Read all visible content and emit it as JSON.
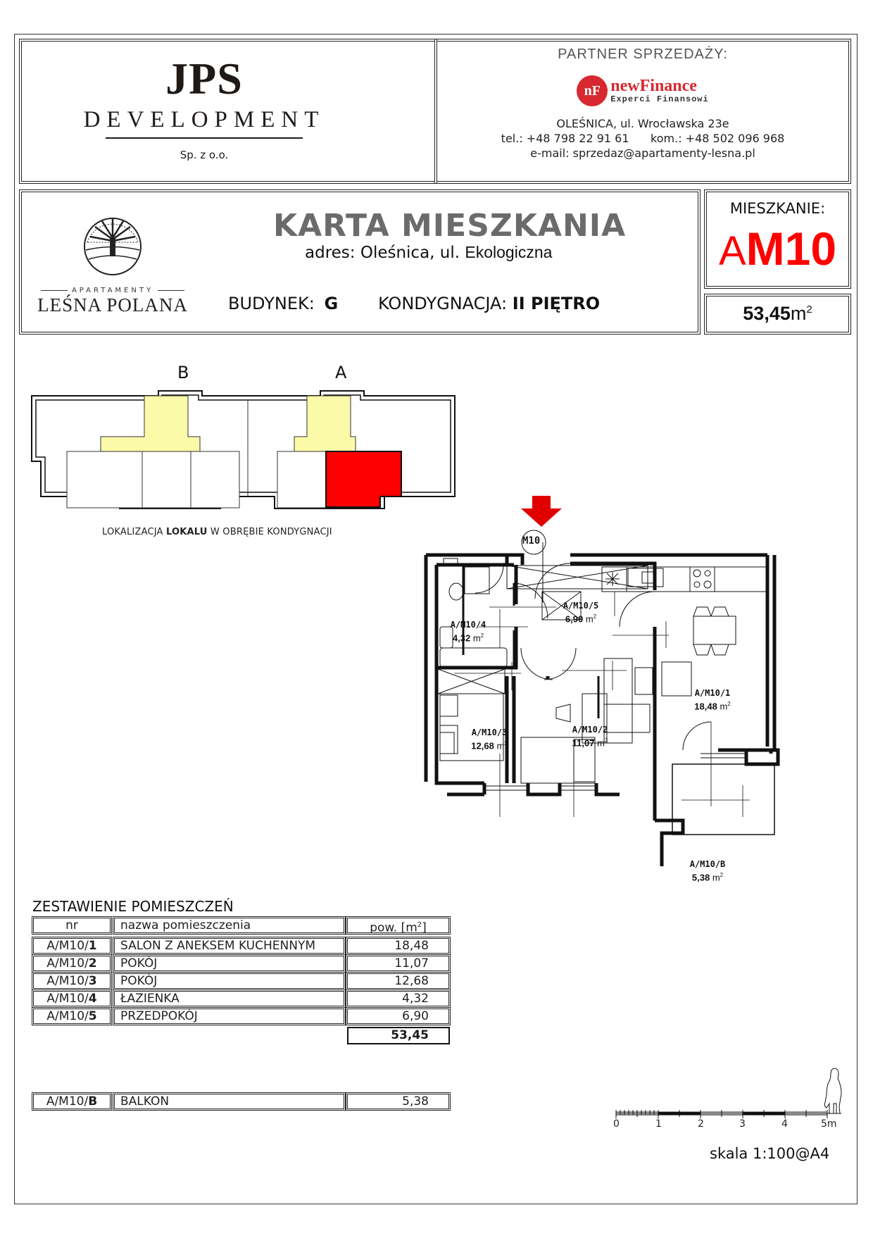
{
  "developer": {
    "name": "JPS",
    "subtitle": "DEVELOPMENT",
    "legal_form": "Sp. z o.o."
  },
  "partner": {
    "heading": "PARTNER SPRZEDAŻY:",
    "logo_mark": "nF",
    "logo_name": "newFinance",
    "logo_tagline": "Experci Finansowi",
    "address": "OLEŚNICA, ul. Wrocławska 23e",
    "phones": "tel.: +48 798 22 91 61      kom.: +48 502 096 968",
    "email": "e-mail: sprzedaz@apartamenty-lesna.pl",
    "brand_color": "#d7282f"
  },
  "project": {
    "logo_small": "APARTAMENTY",
    "logo_name": "LEŚNA POLANA"
  },
  "card": {
    "title": "KARTA MIESZKANIA",
    "address_prefix": "adres: Oleśnica, ul.",
    "street": "Ekologiczna",
    "building_label": "BUDYNEK:",
    "building_value": "G",
    "floor_label": "KONDYGNACJA:",
    "floor_value": "II PIĘTRO",
    "apartment_label": "MIESZKANIE:",
    "apartment_prefix": "A",
    "apartment_number": "M10",
    "apartment_color": "#ff0000",
    "area_value": "53,45",
    "area_unit": "m",
    "area_sup": "2"
  },
  "location_plan": {
    "staircase_b": "B",
    "staircase_a": "A",
    "caption_pre": "LOKALIZACJA ",
    "caption_bold": "LOKALU",
    "caption_post": " W OBRĘBIE KONDYGNACJI",
    "highlight_color": "#ff0000",
    "stair_color": "#fafaa8"
  },
  "floor_plan": {
    "entrance_tag": "M10",
    "arrow_color": "#e00000",
    "rooms": [
      {
        "id": "A/M10/1",
        "area": "18,48"
      },
      {
        "id": "A/M10/2",
        "area": "11,07"
      },
      {
        "id": "A/M10/3",
        "area": "12,68"
      },
      {
        "id": "A/M10/4",
        "area": "4,32"
      },
      {
        "id": "A/M10/5",
        "area": "6,90"
      },
      {
        "id": "A/M10/B",
        "area": "5,38"
      }
    ],
    "unit": "m",
    "unit_sup": "2"
  },
  "rooms_table": {
    "title": "ZESTAWIENIE POMIESZCZEŃ",
    "headers": {
      "nr": "nr",
      "name": "nazwa pomieszczenia",
      "area": "pow. [m",
      "area_sup": "2",
      "area_close": "]"
    },
    "rows": [
      {
        "prefix": "A/M10/",
        "num": "1",
        "name": "SALON Z ANEKSEM KUCHENNYM",
        "area": "18,48"
      },
      {
        "prefix": "A/M10/",
        "num": "2",
        "name": "POKÓJ",
        "area": "11,07"
      },
      {
        "prefix": "A/M10/",
        "num": "3",
        "name": "POKÓJ",
        "area": "12,68"
      },
      {
        "prefix": "A/M10/",
        "num": "4",
        "name": "ŁAZIENKA",
        "area": "4,32"
      },
      {
        "prefix": "A/M10/",
        "num": "5",
        "name": "PRZEDPOKÓJ",
        "area": "6,90"
      }
    ],
    "total": "53,45",
    "balcony": {
      "prefix": "A/M10/",
      "num": "B",
      "name": "BALKON",
      "area": "5,38"
    }
  },
  "scale_bar": {
    "ticks": [
      "0",
      "1",
      "2",
      "3",
      "4",
      "5m"
    ],
    "scale_text": "skala 1:100@A4"
  }
}
